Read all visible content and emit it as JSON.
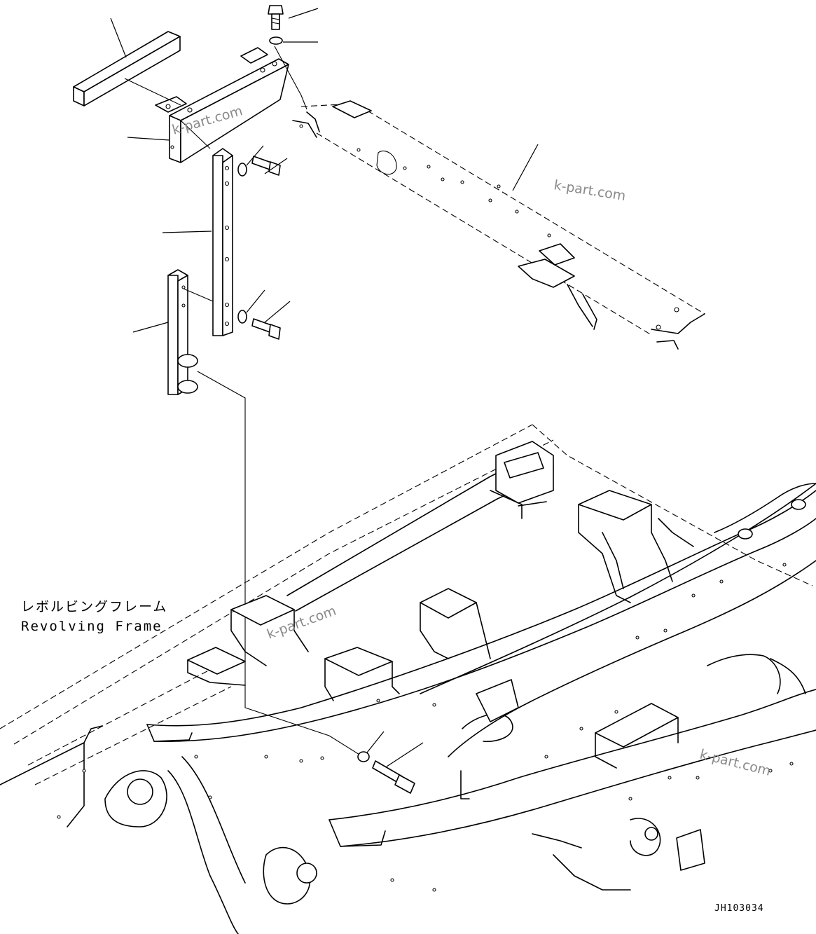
{
  "labels": {
    "frame_jp": "レボルビングフレーム",
    "frame_en": "Revolving Frame",
    "figure_code": "JH103034"
  },
  "watermarks": [
    "k-part.com",
    "k-part.com",
    "k-part.com",
    "k-part.com"
  ]
}
